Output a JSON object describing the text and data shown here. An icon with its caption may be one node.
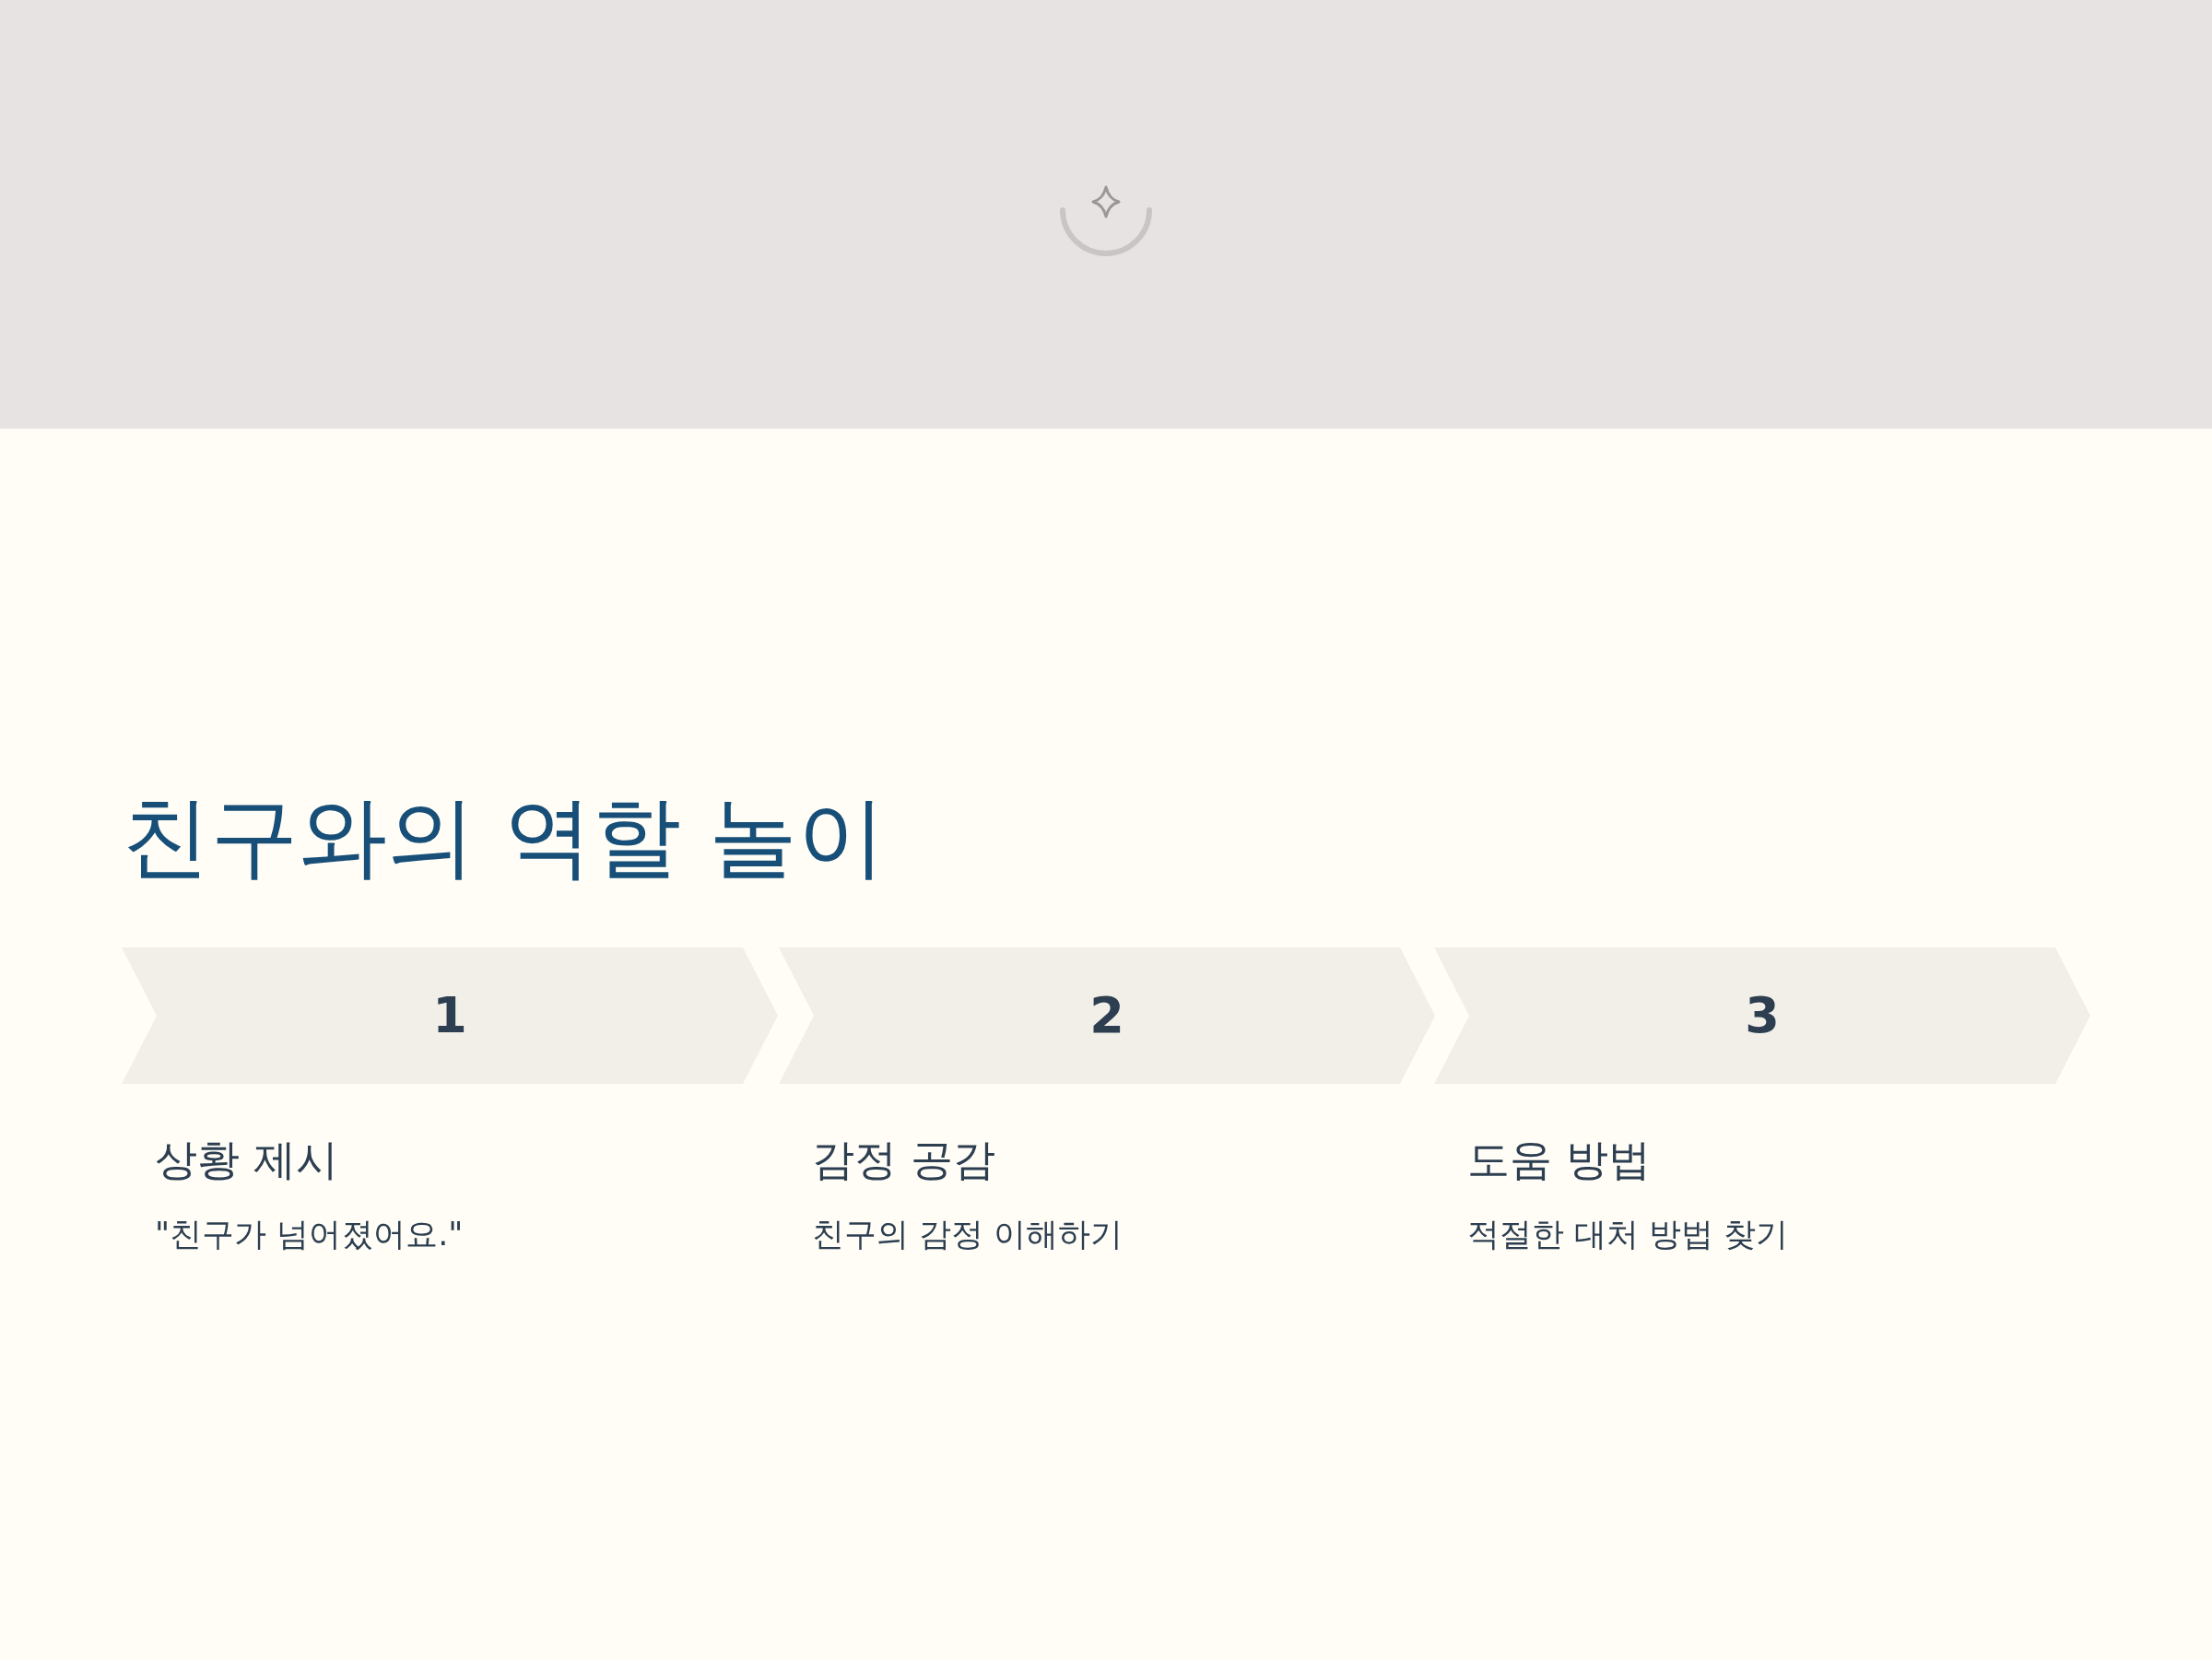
{
  "diagram": {
    "title": "친구와의 역할 놀이",
    "nodes": [
      {
        "text": [
          "1"
        ],
        "beside": [
          "상황 제시",
          "\"친구가 넘어졌어요.\""
        ]
      },
      {
        "text": [
          "2"
        ],
        "beside": [
          "감정 공감",
          "친구의 감정 이해하기"
        ]
      },
      {
        "text": [
          "3"
        ],
        "beside": [
          "도움 방법",
          "적절한 대처 방법 찾기"
        ]
      }
    ]
  }
}
